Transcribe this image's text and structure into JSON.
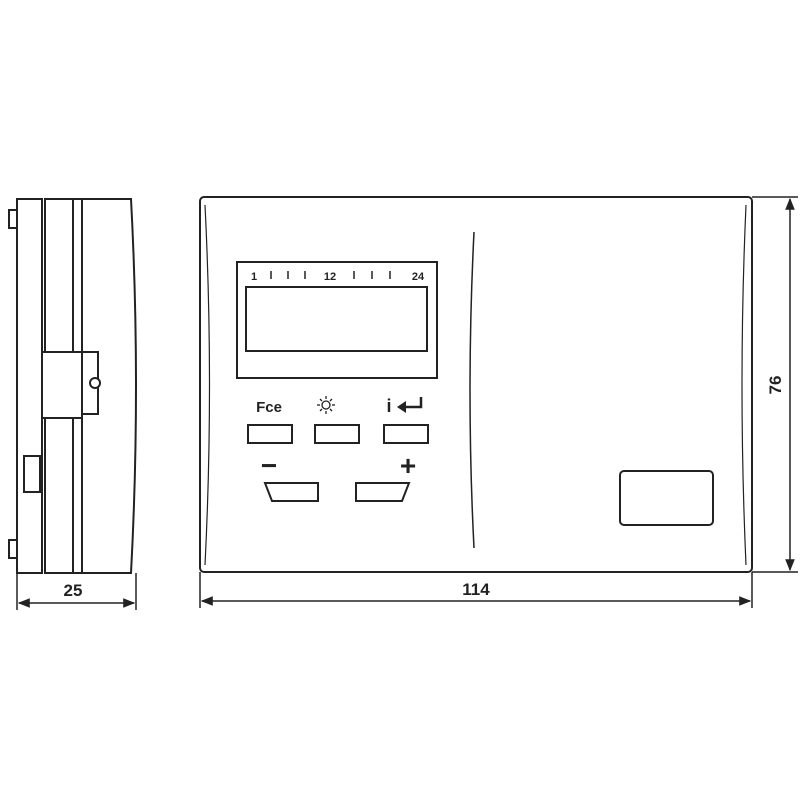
{
  "dimensions": {
    "depth": "25",
    "width": "114",
    "height": "76"
  },
  "display": {
    "scale_start": "1",
    "scale_mid": "12",
    "scale_end": "24"
  },
  "buttons": {
    "top_row": [
      {
        "label": "Fce",
        "icon": "text"
      },
      {
        "label": "",
        "icon": "sun-moon-icon"
      },
      {
        "label": "i",
        "icon": "enter-arrow-icon"
      }
    ],
    "minus_label": "−",
    "plus_label": "+"
  },
  "colors": {
    "line": "#222222",
    "background": "#ffffff"
  }
}
